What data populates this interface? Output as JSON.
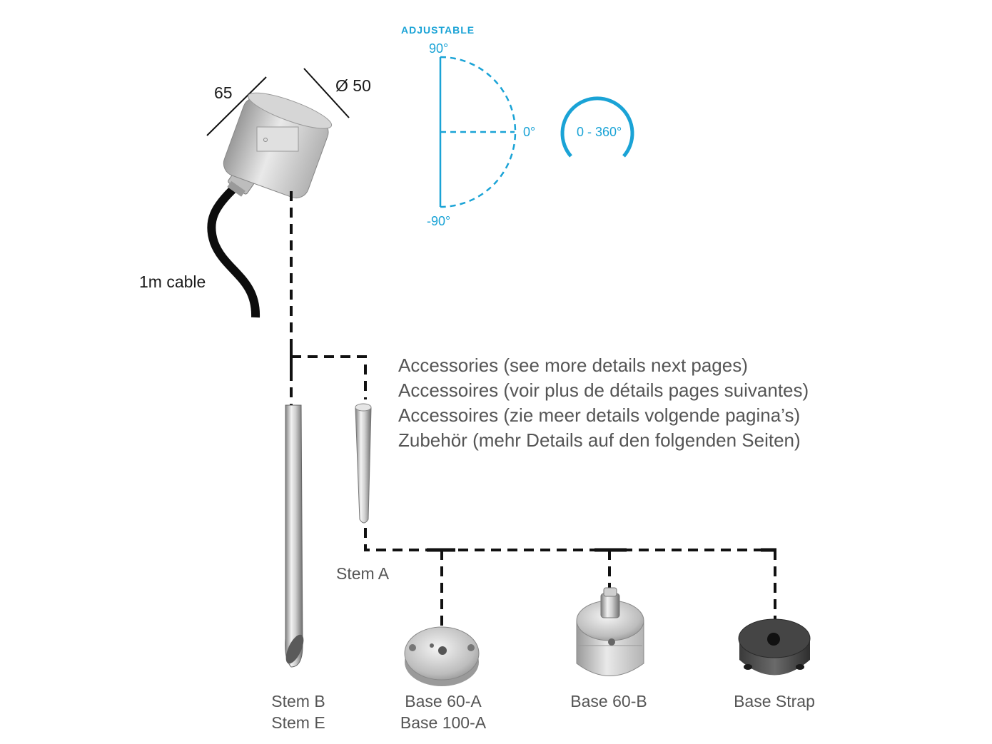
{
  "colors": {
    "accent": "#1aa3d6",
    "text_dark": "#1a1a1a",
    "text_grey": "#555555"
  },
  "dimensions": {
    "length": "65",
    "diameter": "Ø 50"
  },
  "cable_label": "1m cable",
  "adjustable": {
    "title": "ADJUSTABLE",
    "angle_top": "90°",
    "angle_mid": "0°",
    "angle_bottom": "-90°",
    "rotation": "0 - 360°"
  },
  "accessories": [
    "Accessories (see more details next pages)",
    "Accessoires (voir plus de détails pages suivantes)",
    "Accessoires (zie meer details volgende pagina’s)",
    "Zubehör (mehr Details auf den folgenden Seiten)"
  ],
  "parts": {
    "stem_a": "Stem A",
    "stem_b": "Stem B",
    "stem_e": "Stem E",
    "base_60a": "Base 60-A",
    "base_100a": "Base 100-A",
    "base_60b": "Base 60-B",
    "base_strap": "Base Strap"
  }
}
